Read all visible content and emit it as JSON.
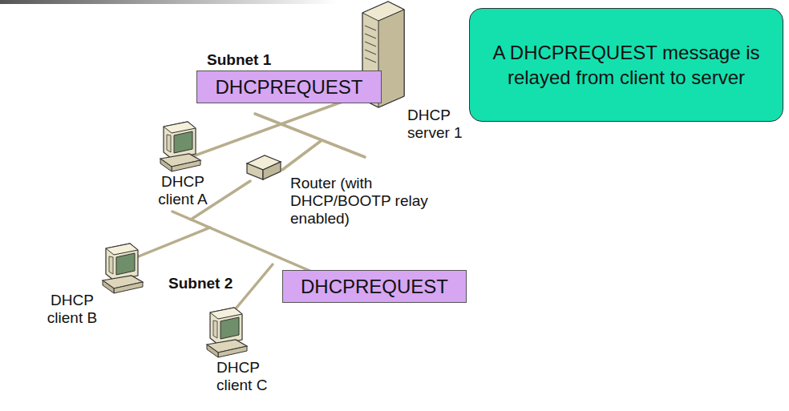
{
  "diagram": {
    "nodes": [
      {
        "text": [
          "A DHCPREQUEST message is relayed from client to server"
        ]
      },
      {
        "text": [
          "DHCPREQUEST"
        ]
      },
      {
        "text": [
          "DHCPREQUEST"
        ]
      }
    ],
    "labels": [
      "Subnet 1",
      "DHCP server 1",
      "DHCP client A",
      "Router (with DHCP/BOOTP relay enabled)",
      "Subnet 2",
      "DHCP client B",
      "DHCP client C"
    ]
  }
}
